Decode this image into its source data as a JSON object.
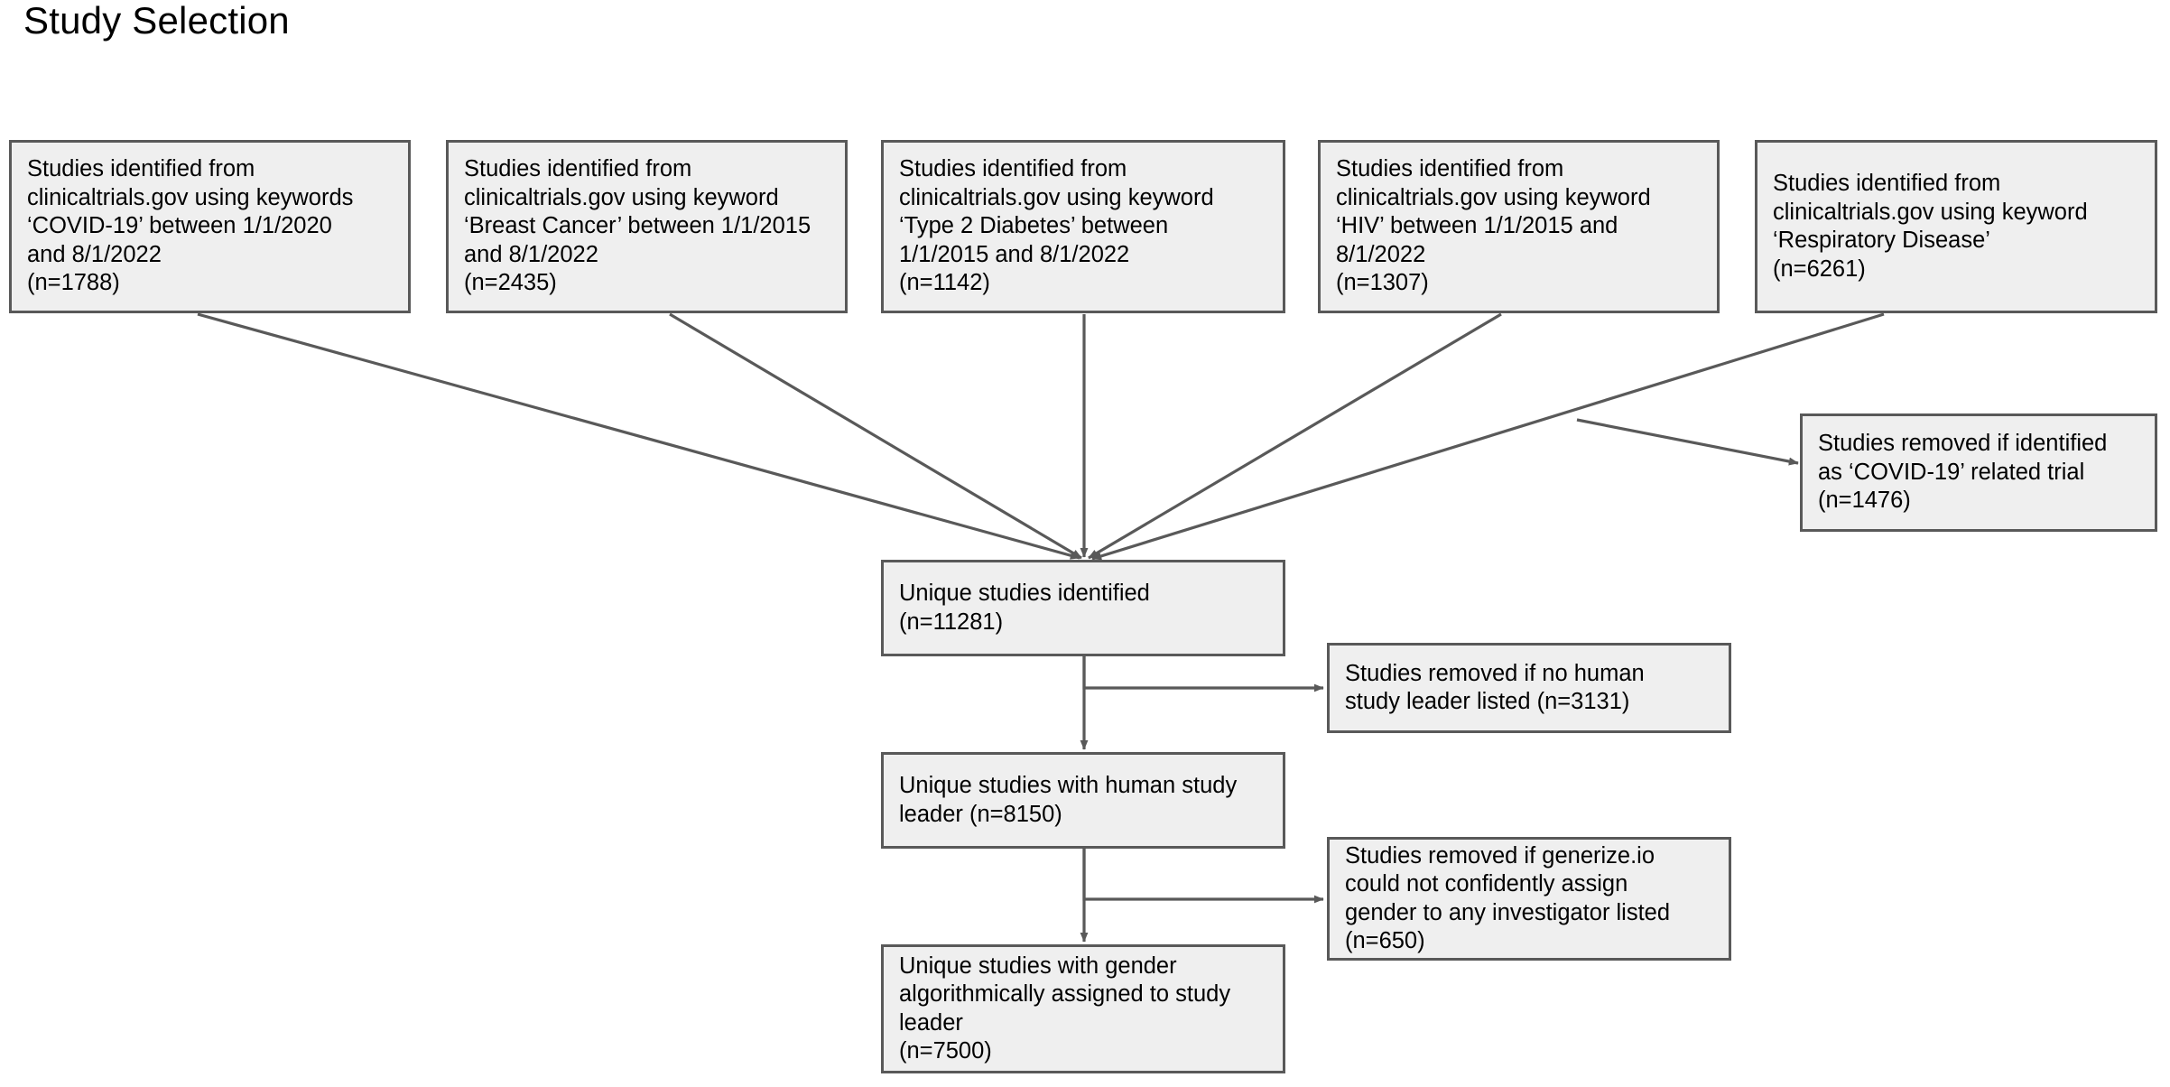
{
  "title": "Study Selection",
  "colors": {
    "node_fill": "#efefef",
    "node_border": "#595959",
    "edge": "#595959",
    "text": "#000000",
    "background": "#ffffff"
  },
  "chart_data": {
    "type": "diagram",
    "diagram_kind": "flowchart",
    "title": "Study Selection",
    "nodes": [
      {
        "id": "src-covid",
        "label": "Studies identified from\nclinicaltrials.gov using keywords\n‘COVID-19’ between 1/1/2020\nand 8/1/2022\n(n=1788)",
        "n": 1788,
        "keyword": "COVID-19",
        "date_range": "1/1/2020 and 8/1/2022"
      },
      {
        "id": "src-breast",
        "label": "Studies identified from\nclinicaltrials.gov using keyword\n‘Breast Cancer’ between 1/1/2015\nand 8/1/2022\n(n=2435)",
        "n": 2435,
        "keyword": "Breast Cancer",
        "date_range": "1/1/2015 and 8/1/2022"
      },
      {
        "id": "src-diabetes",
        "label": "Studies identified from\nclinicaltrials.gov using keyword\n‘Type 2 Diabetes’ between\n1/1/2015 and 8/1/2022\n(n=1142)",
        "n": 1142,
        "keyword": "Type 2 Diabetes",
        "date_range": "1/1/2015 and 8/1/2022"
      },
      {
        "id": "src-hiv",
        "label": "Studies identified from\nclinicaltrials.gov using keyword\n‘HIV’ between 1/1/2015 and\n8/1/2022\n(n=1307)",
        "n": 1307,
        "keyword": "HIV",
        "date_range": "1/1/2015 and 8/1/2022"
      },
      {
        "id": "src-respiratory",
        "label": "Studies identified from\nclinicaltrials.gov using keyword\n‘Respiratory Disease’\n(n=6261)",
        "n": 6261,
        "keyword": "Respiratory Disease",
        "date_range": ""
      },
      {
        "id": "removed-covid",
        "label": "Studies removed if identified\nas ‘COVID-19’ related trial\n(n=1476)",
        "n": 1476
      },
      {
        "id": "unique-identified",
        "label": "Unique studies identified\n(n=11281)",
        "n": 11281
      },
      {
        "id": "removed-no-leader",
        "label": "Studies removed if no human\nstudy leader listed (n=3131)",
        "n": 3131
      },
      {
        "id": "unique-human-leader",
        "label": "Unique studies with human study\nleader (n=8150)",
        "n": 8150
      },
      {
        "id": "removed-no-gender",
        "label": "Studies removed if generize.io\ncould not confidently assign\ngender to any investigator listed\n(n=650)",
        "n": 650
      },
      {
        "id": "unique-gender-assigned",
        "label": "Unique studies with gender\nalgorithmically assigned to study\nleader\n(n=7500)",
        "n": 7500
      }
    ],
    "edges": [
      {
        "from": "src-covid",
        "to": "unique-identified"
      },
      {
        "from": "src-breast",
        "to": "unique-identified"
      },
      {
        "from": "src-diabetes",
        "to": "unique-identified"
      },
      {
        "from": "src-hiv",
        "to": "unique-identified"
      },
      {
        "from": "src-respiratory",
        "to": "unique-identified"
      },
      {
        "from": "src-respiratory",
        "to": "removed-covid"
      },
      {
        "from": "unique-identified",
        "to": "removed-no-leader"
      },
      {
        "from": "unique-identified",
        "to": "unique-human-leader"
      },
      {
        "from": "unique-human-leader",
        "to": "removed-no-gender"
      },
      {
        "from": "unique-human-leader",
        "to": "unique-gender-assigned"
      }
    ]
  }
}
